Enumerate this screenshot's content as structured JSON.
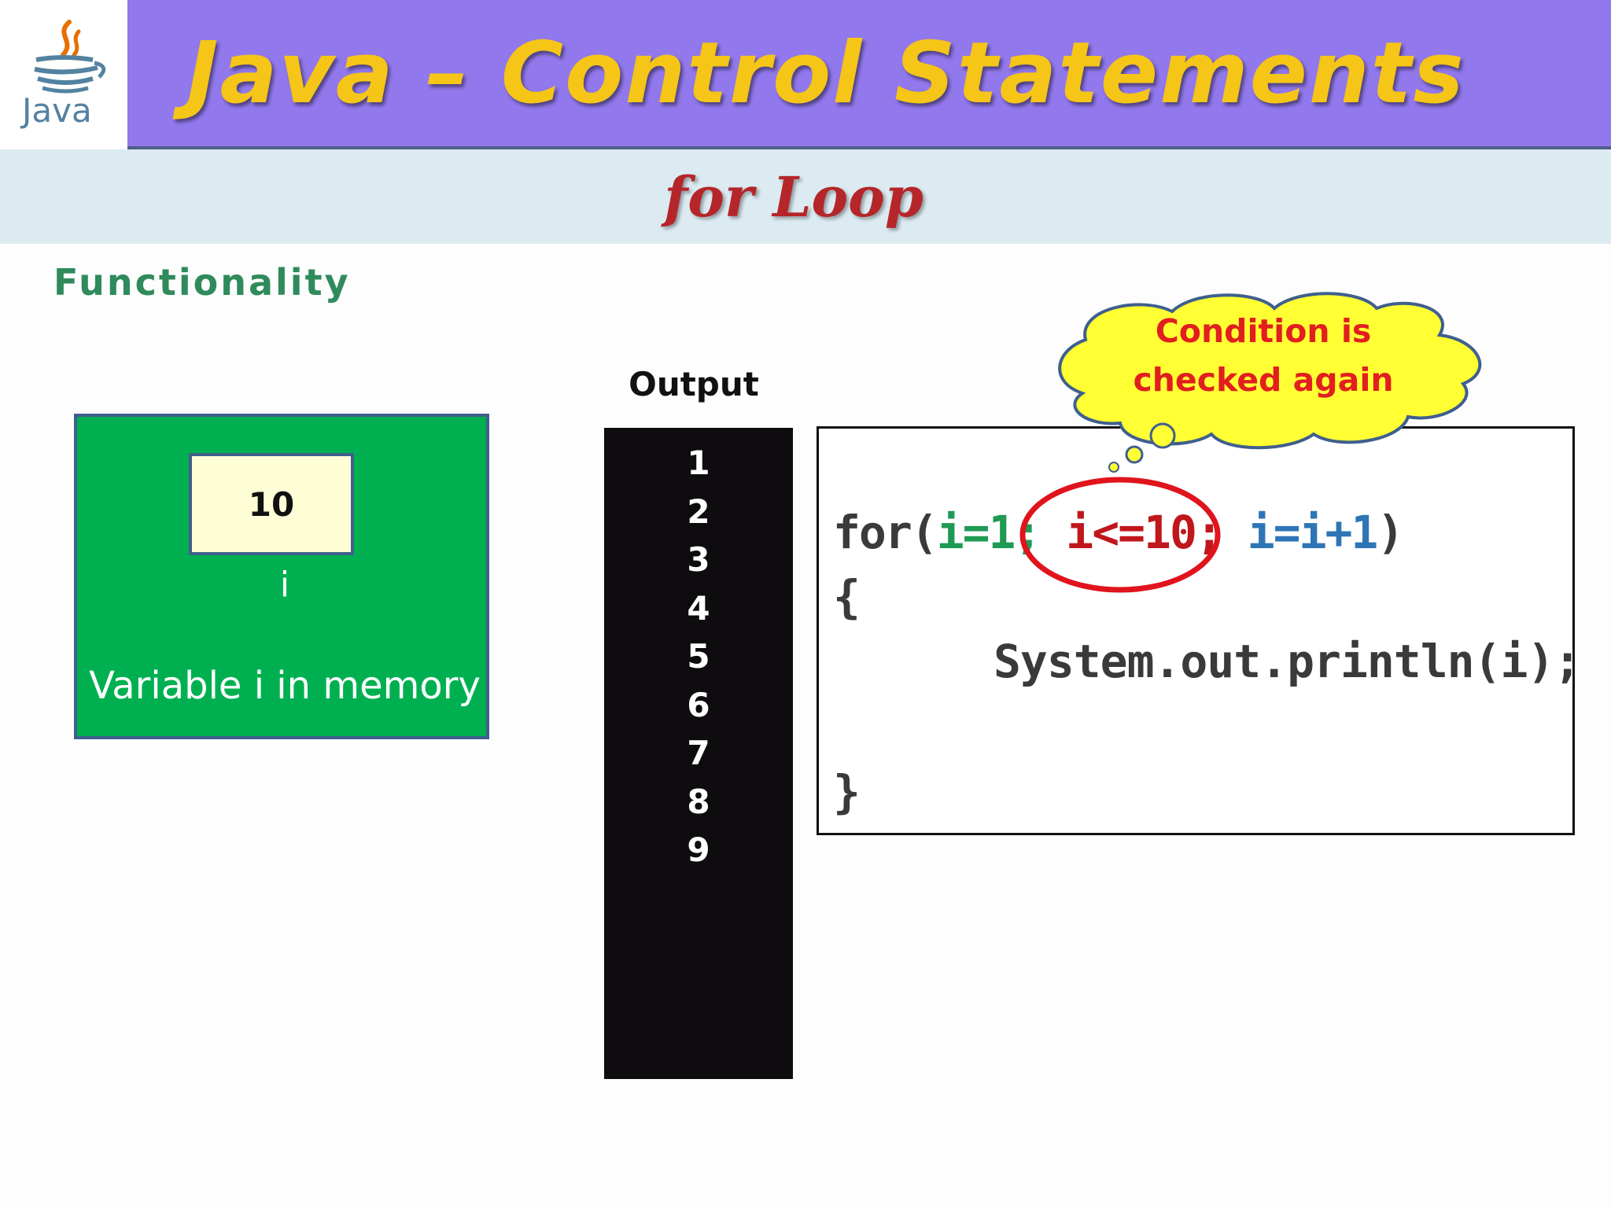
{
  "logo": {
    "text": "Java",
    "icon": "java-coffee-cup-icon"
  },
  "header": {
    "title": "Java – Control Statements",
    "subtitle": "for Loop"
  },
  "section": {
    "heading": "Functionality"
  },
  "memory": {
    "value": "10",
    "var_name": "i",
    "caption": "Variable i in memory"
  },
  "output": {
    "heading": "Output",
    "lines": [
      "1",
      "2",
      "3",
      "4",
      "5",
      "6",
      "7",
      "8",
      "9"
    ]
  },
  "code": {
    "for_keyword": "for(",
    "init": "i=1;",
    "condition": "i<=10;",
    "increment": "i=i+1",
    "close_paren": ")",
    "open_brace": "{",
    "body": "System.out.println(i);",
    "close_brace": "}"
  },
  "callout": {
    "line1": "Condition is",
    "line2": "checked again"
  },
  "colors": {
    "title_bar": "#9178ed",
    "title_text": "#f5c518",
    "subtitle_bar": "#dcebf2",
    "subtitle_text": "#b5262a",
    "memory_panel": "#00b050",
    "console_bg": "#0e0c0f",
    "callout_fill": "#ffff33",
    "highlight": "#e0141c"
  }
}
